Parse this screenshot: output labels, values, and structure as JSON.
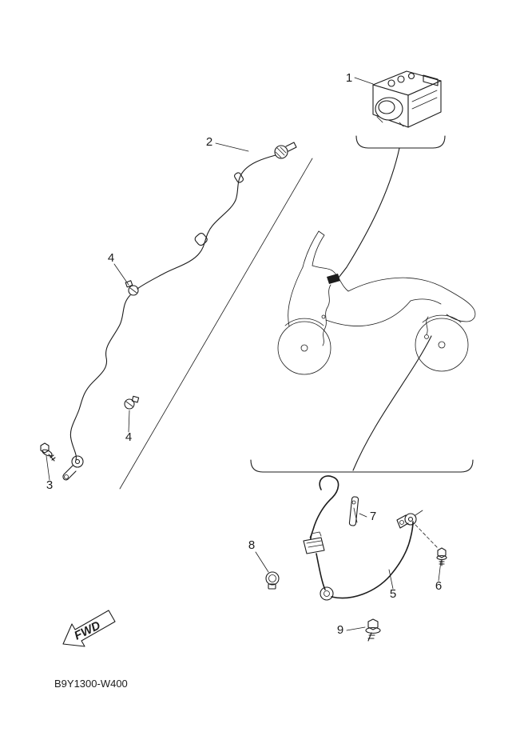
{
  "diagram": {
    "code": "B9Y1300-W400",
    "fwd_label": "FWD",
    "callouts": {
      "c1": "1",
      "c2": "2",
      "c3": "3",
      "c4_upper": "4",
      "c4_lower": "4",
      "c5": "5",
      "c6": "6",
      "c7": "7",
      "c8": "8",
      "c9": "9"
    },
    "colors": {
      "ink": "#1c1c1c",
      "background": "#ffffff"
    }
  }
}
